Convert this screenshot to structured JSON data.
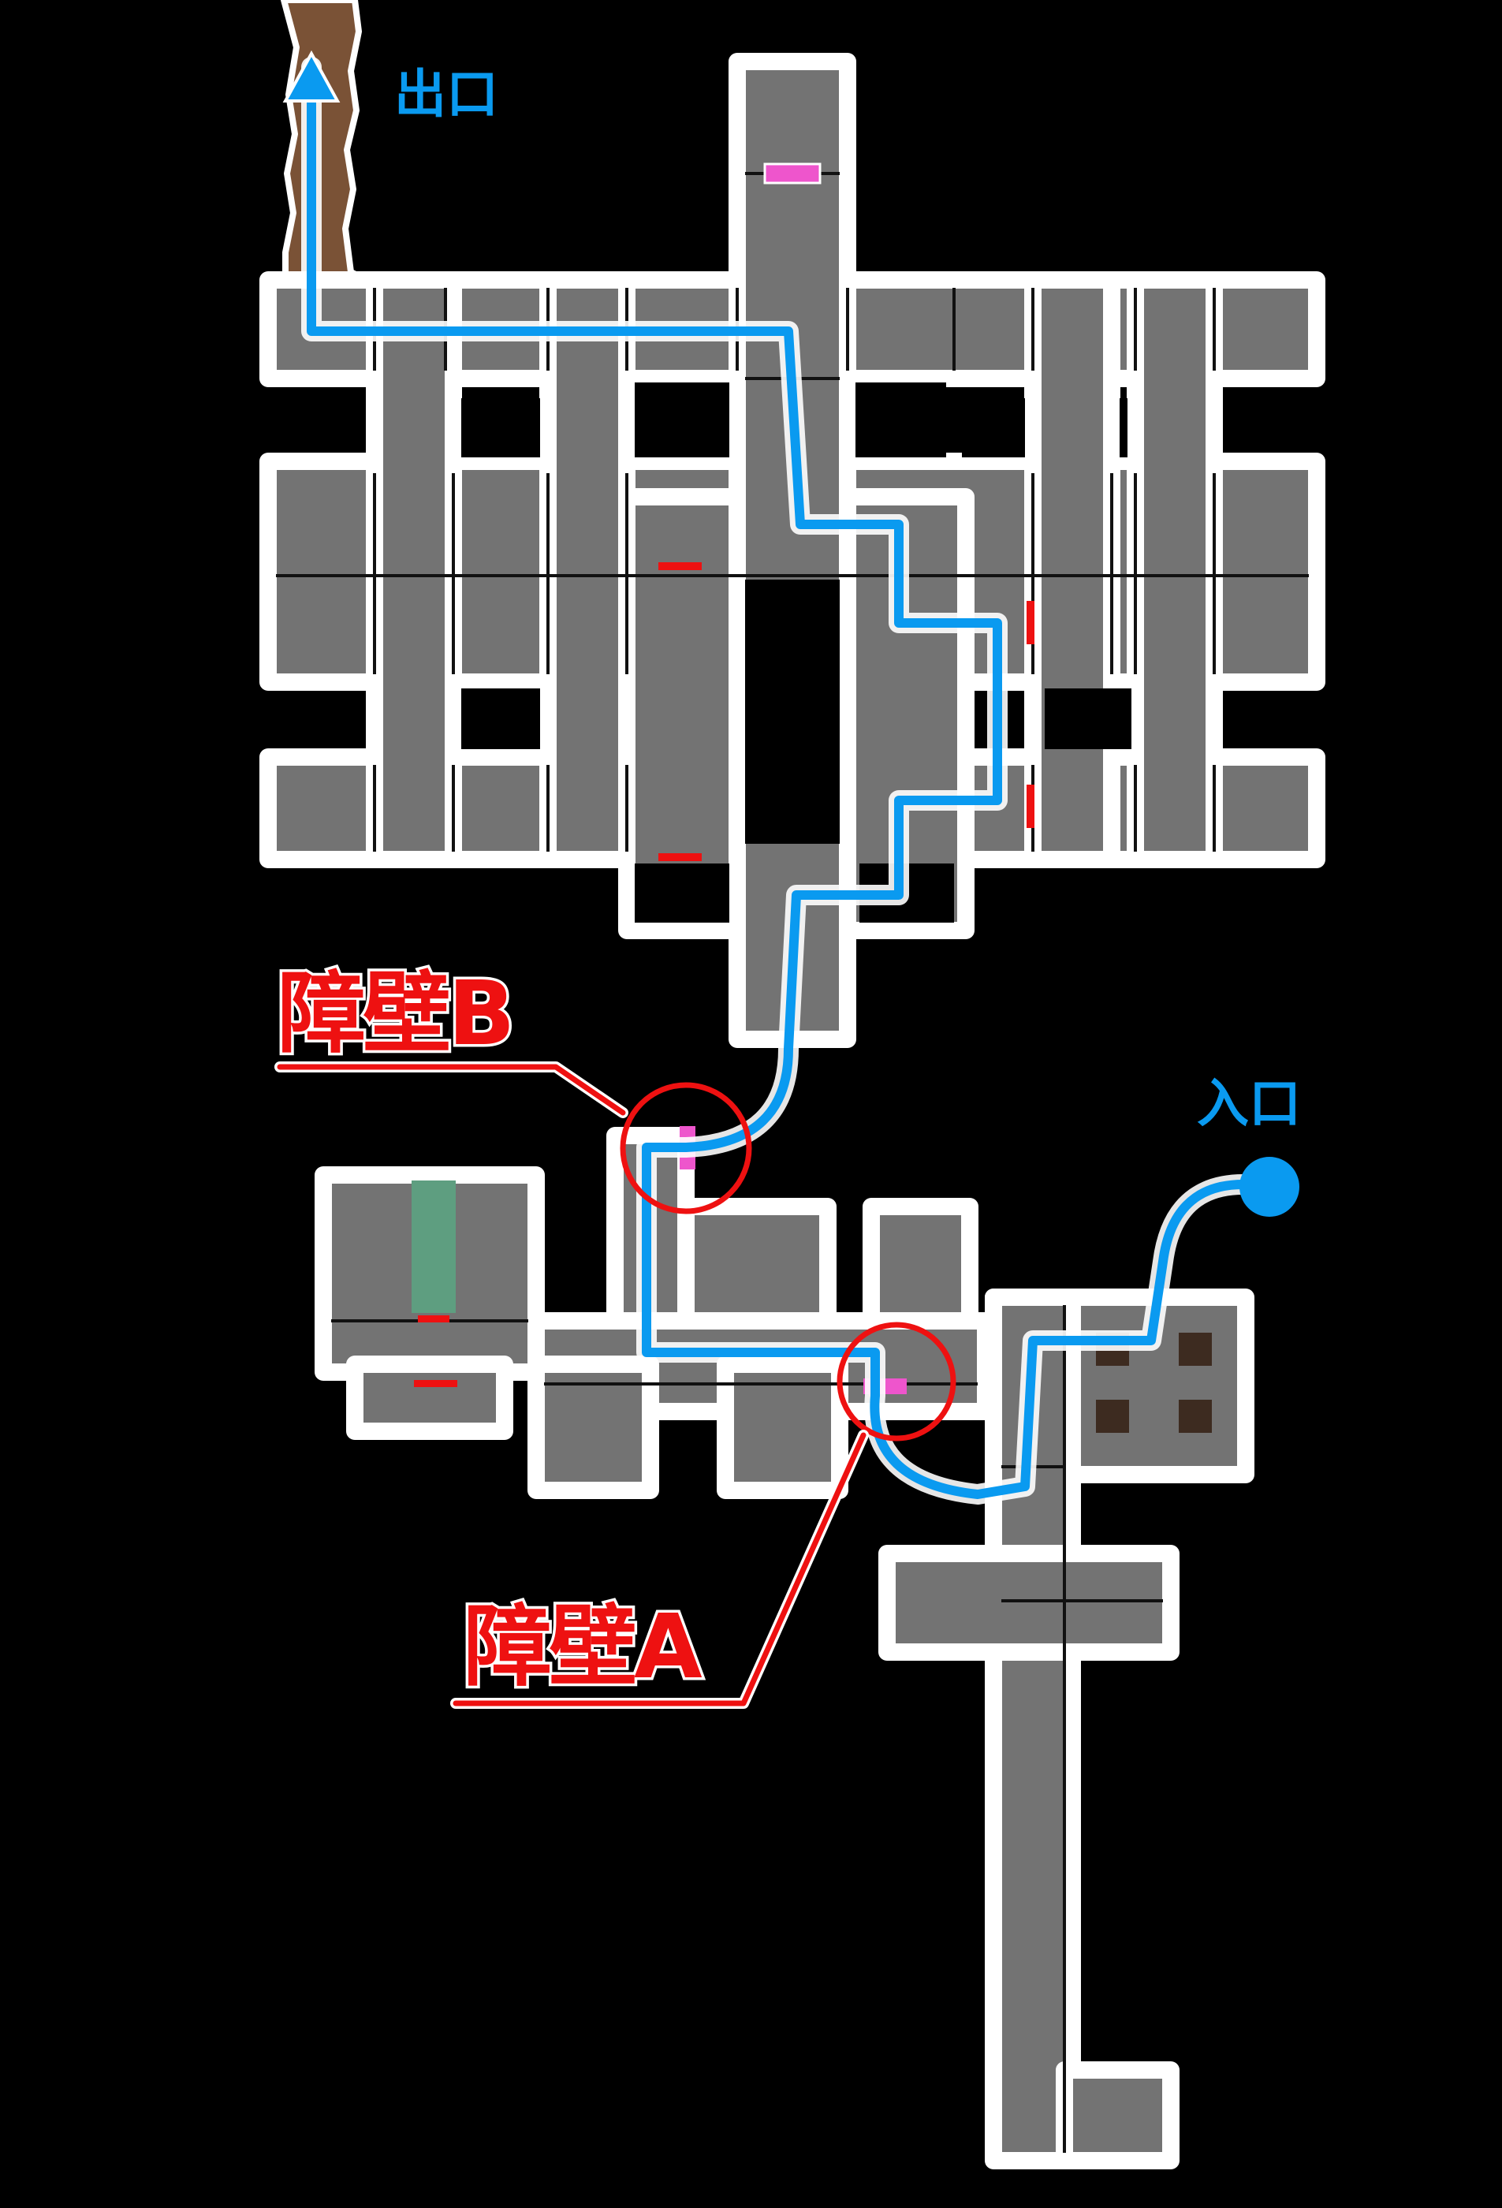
{
  "labels": {
    "exit": "出口",
    "entrance": "入口",
    "barrier_b": "障壁B",
    "barrier_a": "障壁A"
  },
  "colors": {
    "background": "#000000",
    "floor": "#737373",
    "floor_outline": "#ffffff",
    "route": "#0a9af0",
    "barrier_marker": "#ee1111",
    "switch_marker": "#ee55cc",
    "cave_path": "#7a5236",
    "water_strip": "#5e9e80",
    "crate": "#3d2b20"
  },
  "icons": {
    "exit": "arrow-up-icon",
    "entrance": "dot-icon",
    "barrier_callout": "circle-icon"
  }
}
